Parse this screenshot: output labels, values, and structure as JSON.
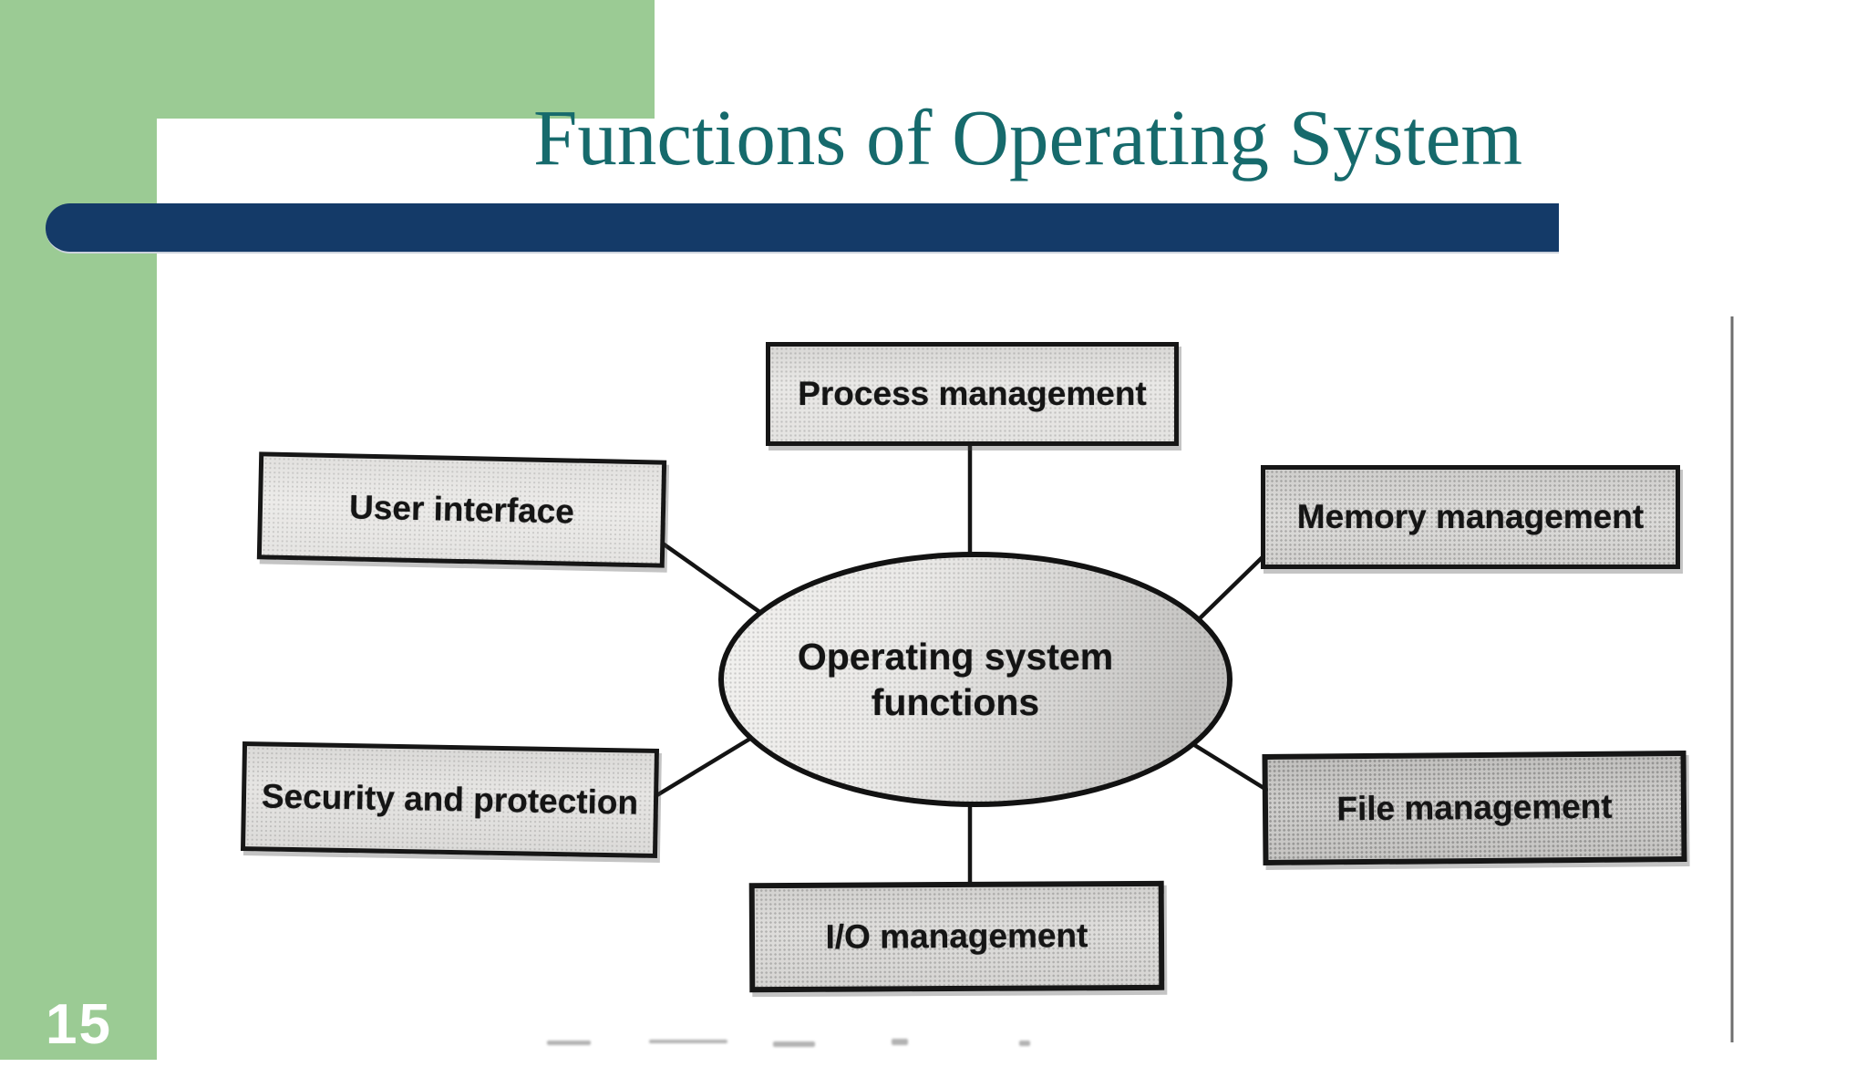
{
  "slide": {
    "title": "Functions of Operating System",
    "page_number": "15"
  },
  "diagram": {
    "center": {
      "label_line1": "Operating system",
      "label_line2": "functions"
    },
    "nodes": [
      {
        "id": "process-management",
        "label": "Process management"
      },
      {
        "id": "user-interface",
        "label": "User interface"
      },
      {
        "id": "memory-management",
        "label": "Memory management"
      },
      {
        "id": "security-and-protection",
        "label": "Security and protection"
      },
      {
        "id": "file-management",
        "label": "File management"
      },
      {
        "id": "io-management",
        "label": "I/O management"
      }
    ]
  },
  "colors": {
    "sidebar_green": "#9bcb94",
    "title_teal": "#166a6c",
    "bar_navy": "#143a68",
    "box_border_black": "#161616"
  }
}
